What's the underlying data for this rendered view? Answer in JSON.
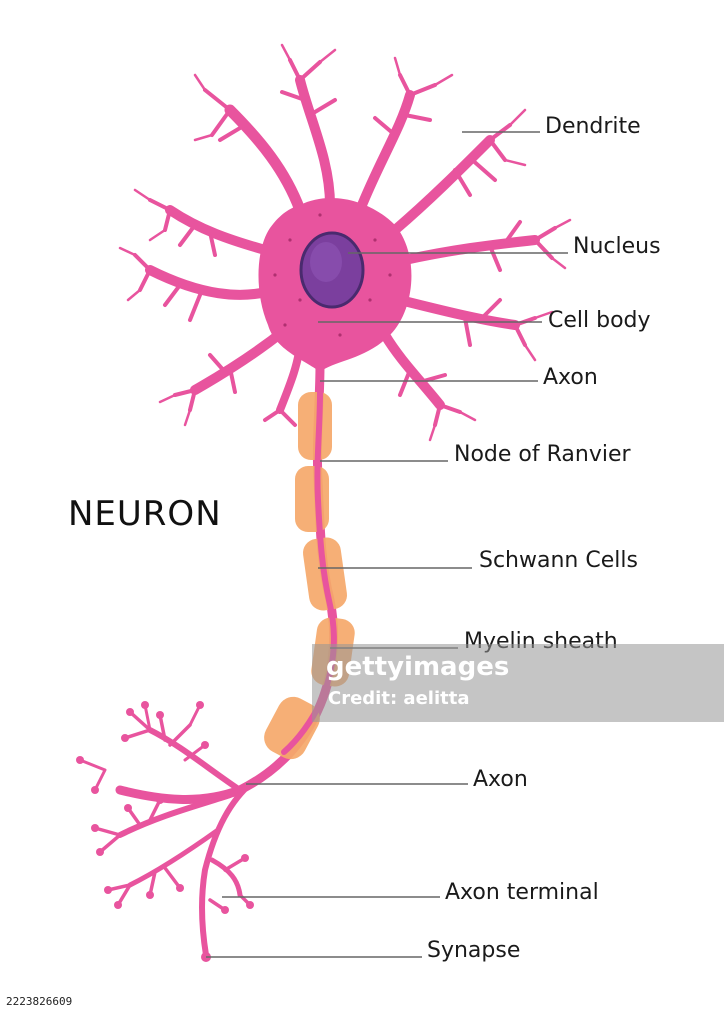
{
  "title": "NEURON",
  "labels": [
    {
      "id": "dendrite",
      "text": "Dendrite"
    },
    {
      "id": "nucleus",
      "text": "Nucleus"
    },
    {
      "id": "cell-body",
      "text": "Cell body"
    },
    {
      "id": "axon-top",
      "text": "Axon"
    },
    {
      "id": "node-of-ranvier",
      "text": "Node of Ranvier"
    },
    {
      "id": "schwann-cells",
      "text": "Schwann Cells"
    },
    {
      "id": "myelin-sheath",
      "text": "Myelin sheath"
    },
    {
      "id": "axon-bottom",
      "text": "Axon"
    },
    {
      "id": "axon-terminal",
      "text": "Axon terminal"
    },
    {
      "id": "synapse",
      "text": "Synapse"
    }
  ],
  "watermark": {
    "logo": "gettyimages",
    "credit": "Credit: aelitta"
  },
  "footer_id": "2223826609",
  "colors": {
    "neuron": "#e8549e",
    "nucleus": "#7b3f9e",
    "nucleus_rim": "#4a2a6e",
    "schwann": "#f6a96b",
    "leader": "#666666"
  }
}
